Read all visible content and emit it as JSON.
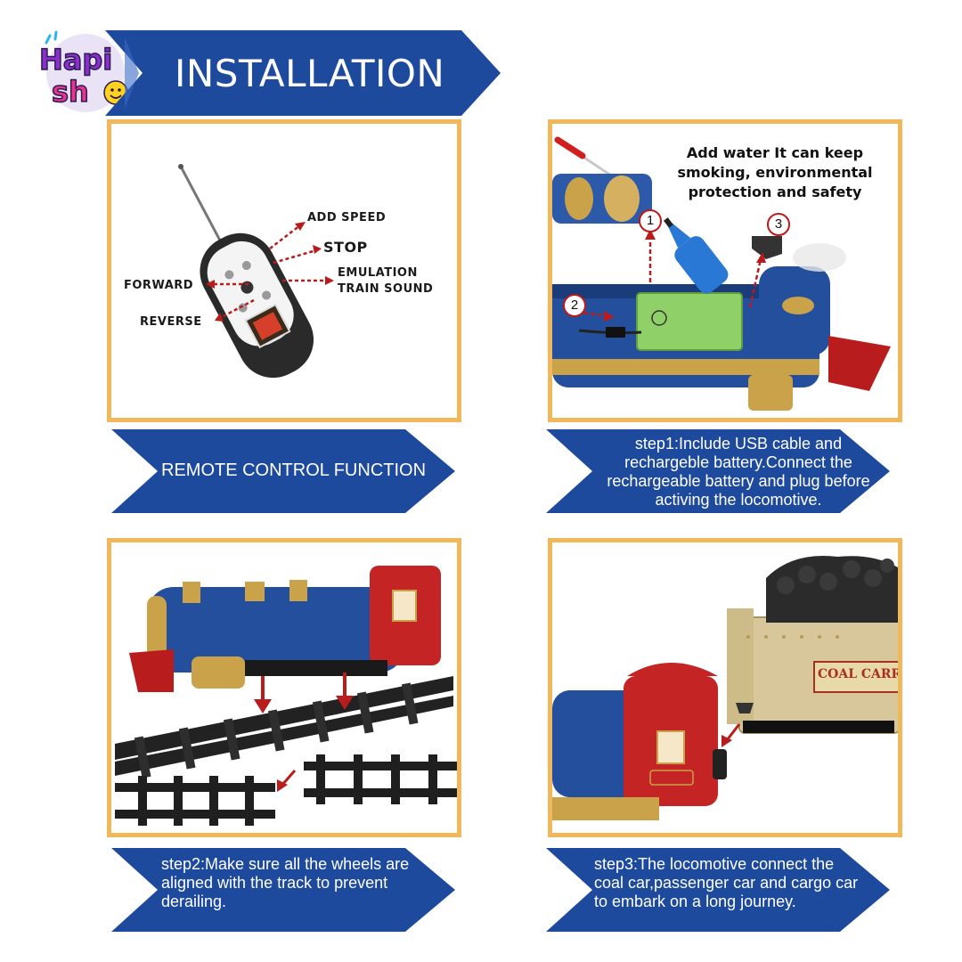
{
  "brand": {
    "line1": "Hapi",
    "line2": "sho"
  },
  "header": {
    "title": "INSTALLATION",
    "color": "#1e4a9e"
  },
  "remote_panel": {
    "labels": {
      "add_speed": "ADD SPEED",
      "stop": "STOP",
      "emulation_line1": "EMULATION",
      "emulation_line2": "TRAIN SOUND",
      "forward": "FORWARD",
      "reverse": "REVERSE"
    },
    "banner": "REMOTE CONTROL FUNCTION"
  },
  "battery_panel": {
    "water_note": "Add water It can keep smoking, environmental protection and safety",
    "markers": [
      "1",
      "2",
      "3"
    ],
    "banner": "step1:Include USB cable and rechargeble battery.Connect the rechargeable battery and plug before activing the locomotive."
  },
  "track_panel": {
    "banner": "step2:Make sure all the wheels are aligned with the track to prevent derailing."
  },
  "coal_panel": {
    "car_label": "COAL CARR",
    "banner": "step3:The locomotive connect the coal car,passenger car and cargo car to embark on a long journey."
  },
  "colors": {
    "banner_blue": "#1e4a9e",
    "frame_gold": "#f0b85a",
    "arrow_red": "#b81c1c"
  }
}
